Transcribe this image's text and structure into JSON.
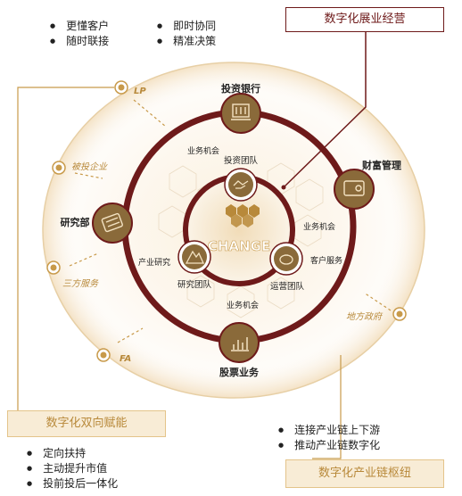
{
  "top_bullets_left": [
    "更懂客户",
    "随时联接"
  ],
  "top_bullets_right": [
    "即时协同",
    "精准决策"
  ],
  "section_titles": {
    "top": "数字化展业经营",
    "left": "数字化双向赋能",
    "right": "数字化产业链枢纽"
  },
  "left_bullets": [
    "定向扶持",
    "主动提升市值",
    "投前投后一体化"
  ],
  "right_bullets": [
    "连接产业链上下游",
    "推动产业链数字化"
  ],
  "outer_labels": {
    "lp": "LP",
    "invested": "被投企业",
    "third_party": "三方服务",
    "fa": "FA",
    "local_gov": "地方政府"
  },
  "nodes": {
    "investment_bank": "投资银行",
    "wealth": "财富管理",
    "stock": "股票业务",
    "research_dept": "研究部"
  },
  "middle_labels": {
    "biz_top": "业务机会",
    "biz_right": "业务机会",
    "biz_bottom": "业务机会",
    "industry_research": "产业研究",
    "customer_service": "客户服务"
  },
  "inner": {
    "center": "CHANGE",
    "investment_team": "投资团队",
    "research_team": "研究团队",
    "operation_team": "运营团队"
  },
  "colors": {
    "maroon": "#6e1a1a",
    "gold": "#c89a4a",
    "gold_text": "#b8893a",
    "glow": "#f3e2c2"
  }
}
